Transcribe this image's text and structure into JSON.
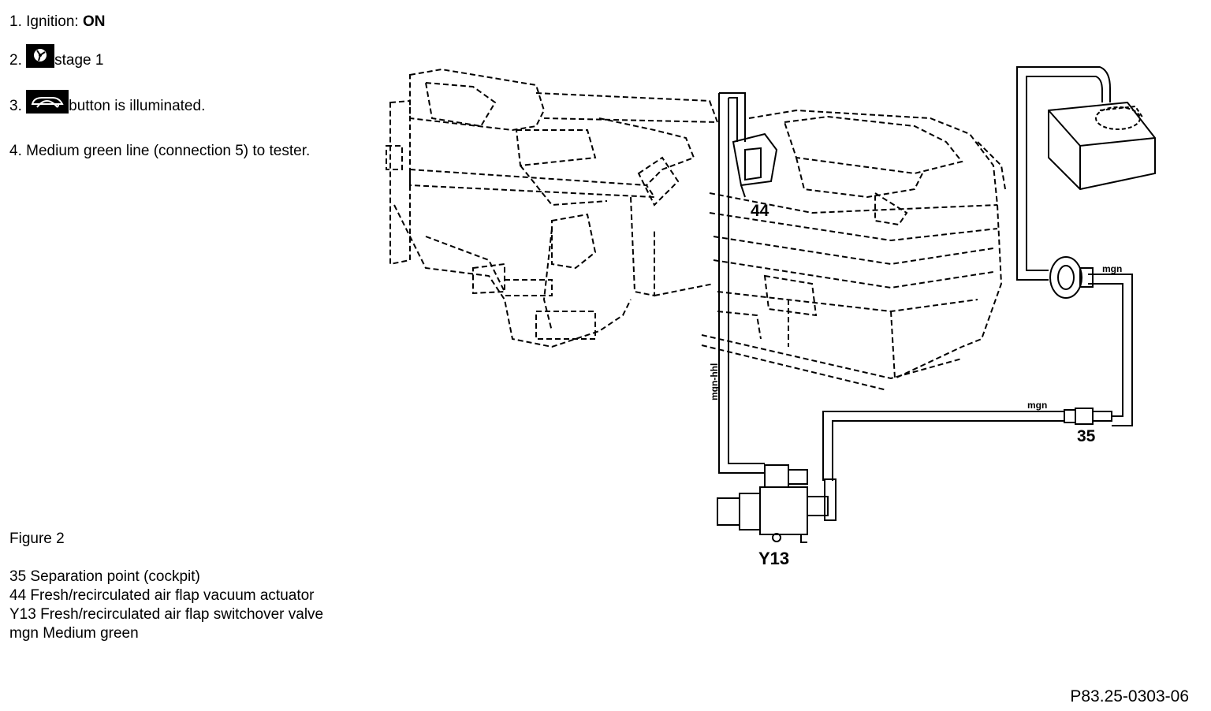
{
  "steps": [
    {
      "num": "1.",
      "text": "Ignition: ",
      "bold": "ON"
    },
    {
      "num": "2.",
      "text": "stage 1",
      "icon": "fan-icon"
    },
    {
      "num": "3.",
      "text": "button is illuminated.",
      "icon": "recirculation-button-icon"
    },
    {
      "num": "4.",
      "text": "Medium green line (connection 5) to tester."
    }
  ],
  "figure": {
    "title": "Figure 2",
    "legend": [
      "35 Separation point (cockpit)",
      "44 Fresh/recirculated air flap vacuum actuator",
      "Y13 Fresh/recirculated air flap switchover valve",
      "mgn Medium green"
    ],
    "reference": "P83.25-0303-06"
  },
  "diagram_labels": {
    "actuator": "44",
    "separation": "35",
    "valve": "Y13",
    "line_top": "mgn",
    "line_mid": "mgn",
    "line_vertical": "mgn-hhl"
  }
}
